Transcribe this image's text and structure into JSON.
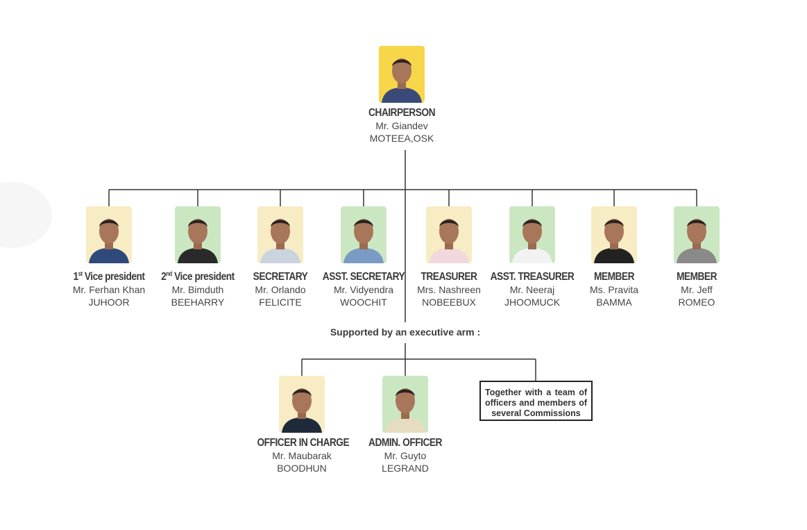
{
  "chairperson": {
    "role": "CHAIRPERSON",
    "name1": "Mr. Giandev",
    "name2": "MOTEEA,OSK",
    "bg": "#f7d64a"
  },
  "members": [
    {
      "role_main": "1",
      "role_sup": "st",
      "role_rest": " Vice president",
      "name1": "Mr. Ferhan Khan",
      "name2": "JUHOOR",
      "bg": "#f8ecc4"
    },
    {
      "role_main": "2",
      "role_sup": "nd",
      "role_rest": " Vice president",
      "name1": "Mr. Bimduth",
      "name2": "BEEHARRY",
      "bg": "#cbe7c2"
    },
    {
      "role_main": "SECRETARY",
      "role_sup": "",
      "role_rest": "",
      "name1": "Mr. Orlando",
      "name2": "FELICITE",
      "bg": "#f8ecc4"
    },
    {
      "role_main": "ASST. SECRETARY",
      "role_sup": "",
      "role_rest": "",
      "name1": "Mr. Vidyendra",
      "name2": "WOOCHIT",
      "bg": "#cbe7c2"
    },
    {
      "role_main": "TREASURER",
      "role_sup": "",
      "role_rest": "",
      "name1": "Mrs. Nashreen",
      "name2": "NOBEEBUX",
      "bg": "#f8ecc4"
    },
    {
      "role_main": "ASST. TREASURER",
      "role_sup": "",
      "role_rest": "",
      "name1": "Mr. Neeraj",
      "name2": "JHOOMUCK",
      "bg": "#cbe7c2"
    },
    {
      "role_main": "MEMBER",
      "role_sup": "",
      "role_rest": "",
      "name1": "Ms. Pravita",
      "name2": "BAMMA",
      "bg": "#f8ecc4"
    },
    {
      "role_main": "MEMBER",
      "role_sup": "",
      "role_rest": "",
      "name1": "Mr. Jeff",
      "name2": "ROMEO",
      "bg": "#cbe7c2"
    }
  ],
  "support_text": "Supported by an executive arm :",
  "executive": [
    {
      "role": "OFFICER IN CHARGE",
      "name1": "Mr. Maubarak",
      "name2": "BOODHUN",
      "bg": "#f8ecc4"
    },
    {
      "role": "ADMIN. OFFICER",
      "name1": "Mr. Guyto",
      "name2": "LEGRAND",
      "bg": "#cbe7c2"
    }
  ],
  "team_box": "Together with a team of officers and members of several Commissions"
}
